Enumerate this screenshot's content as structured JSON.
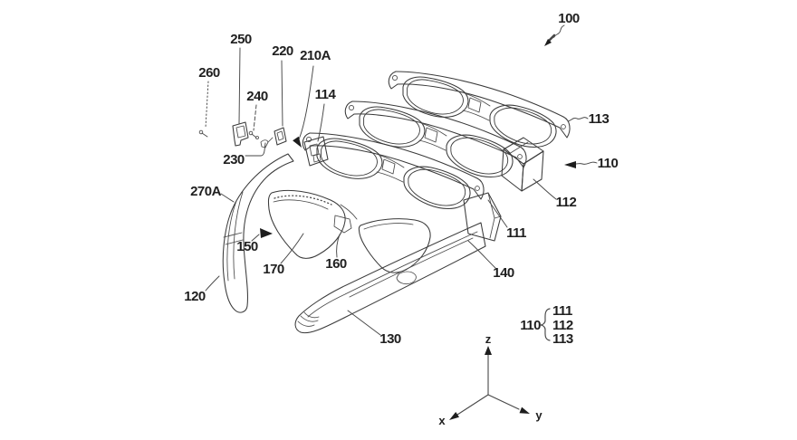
{
  "figure": {
    "background": "#ffffff",
    "ink": "#3a3a3a",
    "label_color": "#1f1f1f"
  },
  "labels": {
    "l100": "100",
    "l260": "260",
    "l250": "250",
    "l240": "240",
    "l230": "230",
    "l220": "220",
    "l210A": "210A",
    "l114": "114",
    "l270A": "270A",
    "l113": "113",
    "l110": "110",
    "l112": "112",
    "l111": "111",
    "l150": "150",
    "l170": "170",
    "l160": "160",
    "l140": "140",
    "l120": "120",
    "l130": "130"
  },
  "legend": {
    "group_label": "110",
    "items": [
      "111",
      "112",
      "113"
    ]
  },
  "axes": {
    "x_label": "x",
    "y_label": "y",
    "z_label": "z"
  }
}
